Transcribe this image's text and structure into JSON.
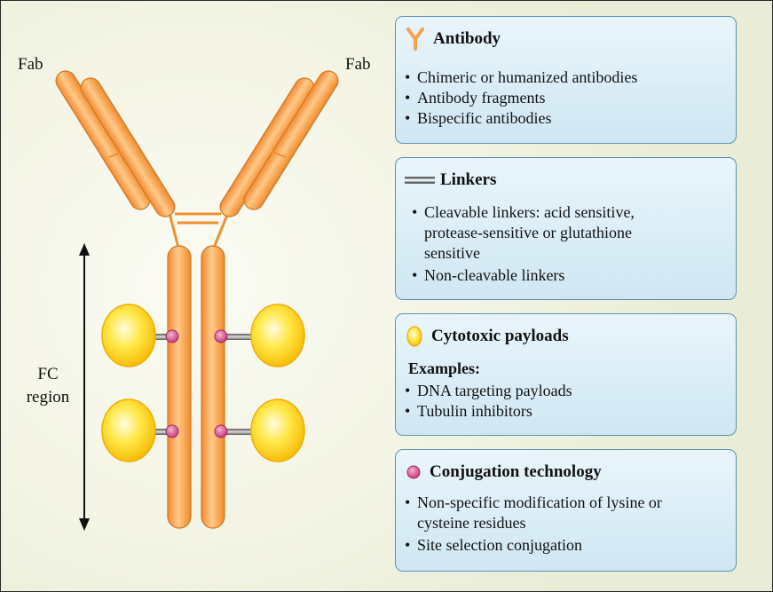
{
  "diagram": {
    "labels": {
      "fab_left": "Fab",
      "fab_right": "Fab",
      "fc_line1": "FC",
      "fc_line2": "region"
    }
  },
  "panels": {
    "antibody": {
      "icon": "antibody-y-icon",
      "title": "Antibody",
      "items": [
        "Chimeric or humanized antibodies",
        "Antibody fragments",
        "Bispecific antibodies"
      ]
    },
    "linkers": {
      "icon": "linker-lines-icon",
      "title": "Linkers",
      "items": [
        "Cleavable linkers: acid sensitive, protease-sensitive or glutathione sensitive",
        "Non-cleavable linkers"
      ]
    },
    "payloads": {
      "icon": "payload-ellipse-icon",
      "title": "Cytotoxic payloads",
      "subtitle": "Examples:",
      "items": [
        "DNA targeting payloads",
        "Tubulin inhibitors"
      ]
    },
    "conjugation": {
      "icon": "conjugation-dot-icon",
      "title": "Conjugation technology",
      "items": [
        "Non-specific modification of lysine or cysteine residues",
        "Site selection conjugation"
      ]
    }
  },
  "colors": {
    "antibody_orange": "#f5a04c",
    "antibody_outline": "#d4761c",
    "payload_yellow": "#ffd21a",
    "conjugation_pink": "#d94c8e",
    "panel_border": "#5a93b8",
    "panel_fill": "#d9edf7"
  }
}
